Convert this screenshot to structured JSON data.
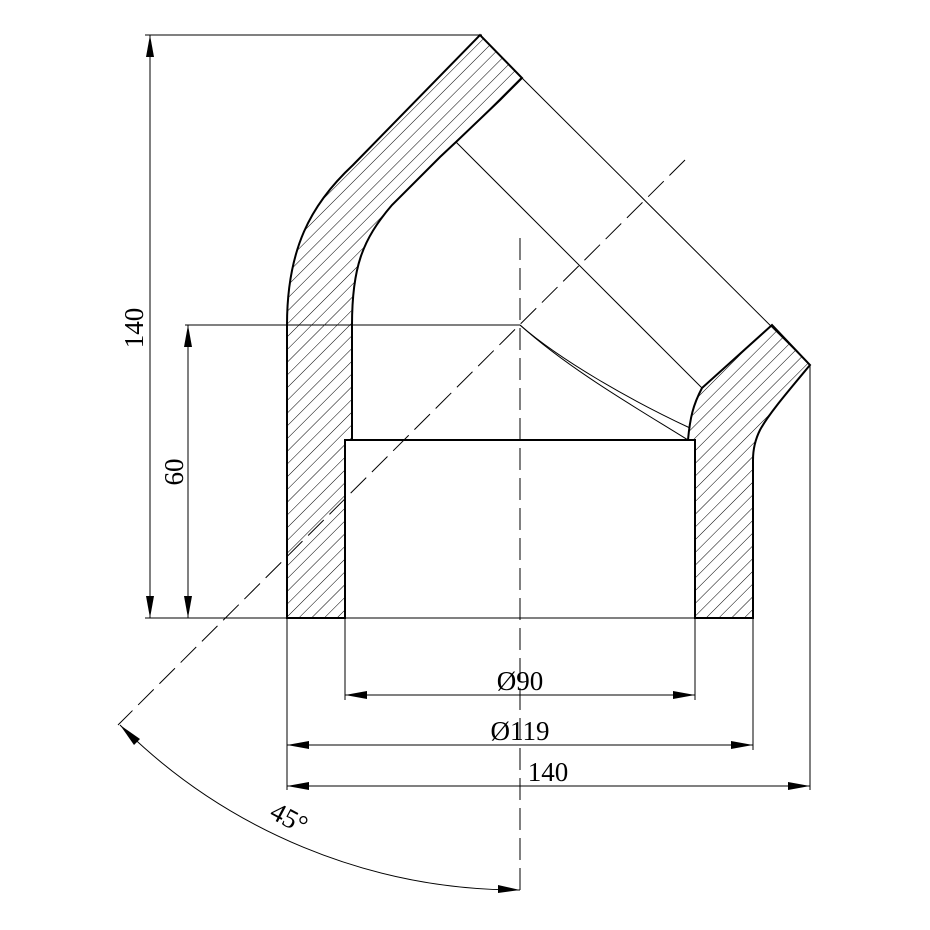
{
  "drawing": {
    "dimensions": {
      "height_total": "140",
      "height_socket": "60",
      "inner_diameter": "Ø90",
      "outer_diameter": "Ø119",
      "width_total": "140",
      "angle": "45°"
    },
    "colors": {
      "stroke": "#000000",
      "background": "#ffffff"
    }
  }
}
